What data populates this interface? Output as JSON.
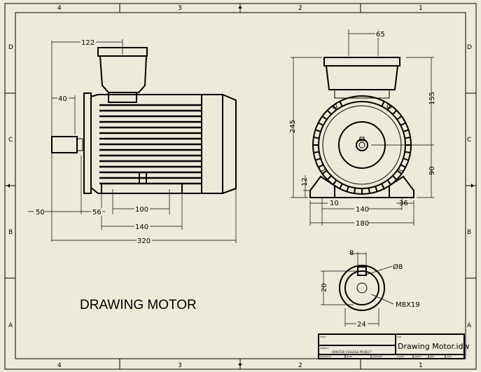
{
  "sheet": {
    "zones_top": [
      "4",
      "3",
      "2",
      "1"
    ],
    "zones_side": [
      "D",
      "C",
      "B",
      "A"
    ],
    "drawing_title": "DRAWING MOTOR"
  },
  "side_view_dims": {
    "d122": "122",
    "d40": "40",
    "d50": "50",
    "d56": "56",
    "d100": "100",
    "d140": "140",
    "d320": "320"
  },
  "front_view_dims": {
    "d65": "65",
    "d155": "155",
    "d245": "245",
    "d90": "90",
    "d12": "12",
    "d10": "10",
    "d140": "140",
    "d36": "36",
    "d180": "180"
  },
  "shaft_detail_dims": {
    "d8": "8",
    "dia8": "Ø8",
    "d20": "20",
    "thread": "M8X19",
    "d24": "24"
  },
  "title_block": {
    "title_label": "TITLE",
    "subtitle_label": "PROJECT",
    "project": "DRAFTER COLLEGE PROJECT",
    "file_label": "FILE",
    "file_name": "Drawing Motor.idw",
    "row_labels": [
      "DRAWN BY",
      "DATE",
      "CHECKED",
      "SCALE",
      "SHEET",
      "REV",
      "SIZE"
    ]
  }
}
